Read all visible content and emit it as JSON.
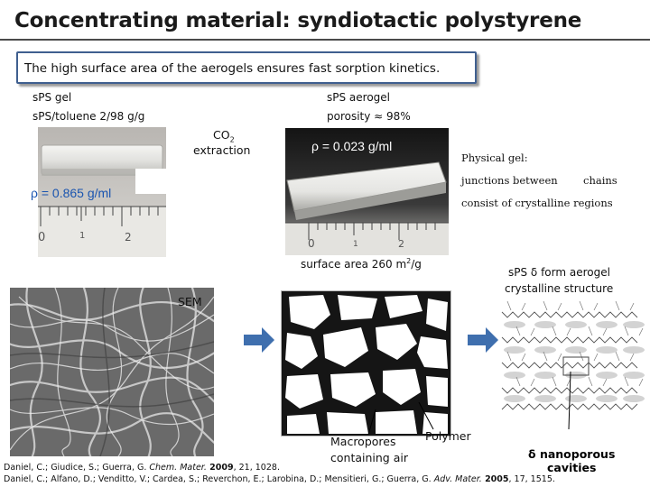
{
  "slide": {
    "title": "Concentrating material: syndiotactic polystyrene",
    "callout": "The high surface area of the aerogels ensures fast sorption kinetics.",
    "gel": {
      "title": "sPS gel",
      "composition": "sPS/toluene 2/98 g/g",
      "density": "ρ = 0.865 g/ml"
    },
    "process": {
      "line1": "CO",
      "subscript": "2",
      "line2": "extraction"
    },
    "aerogel": {
      "title": "sPS aerogel",
      "porosity": "porosity ≈ 98%",
      "density": "ρ = 0.023 g/ml",
      "surface_area_prefix": "surface area 260 m",
      "surface_area_sup": "2",
      "surface_area_suffix": "/g"
    },
    "physical_gel": {
      "heading": "Physical gel:",
      "line1_a": "junctions between",
      "line1_b": "chains",
      "line2": "consist of crystalline regions"
    },
    "crystal": {
      "line1": "sPS δ form aerogel",
      "line2": "crystalline structure",
      "cavity_label_1": "δ nanoporous",
      "cavity_label_2": "cavities"
    },
    "sem_label": "SEM",
    "network": {
      "macropores_1": "Macropores",
      "macropores_2": "containing air",
      "polymer": "Polymer"
    },
    "ruler_ticks_left": [
      "0",
      "1",
      "2"
    ],
    "ruler_ticks_right": [
      "0",
      "1",
      "2"
    ],
    "references": {
      "ref1_pre": "Daniel, C.; Giudice, S.; Guerra, G. ",
      "ref1_journal": "Chem. Mater.",
      "ref1_year": " 2009",
      "ref1_post": ", 21, 1028.",
      "ref2_pre": "Daniel, C.;  Alfano, D.; Venditto, V.; Cardea, S.; Reverchon, E.; Larobina, D.; Mensitieri, G.; Guerra, G. ",
      "ref2_journal": "Adv. Mater.",
      "ref2_year": " 2005",
      "ref2_post": ", 17, 1515."
    },
    "colors": {
      "accent_arrow": "#3f6fae",
      "callout_border": "#3f5f8f",
      "process_arrow": "#ffffff"
    }
  }
}
